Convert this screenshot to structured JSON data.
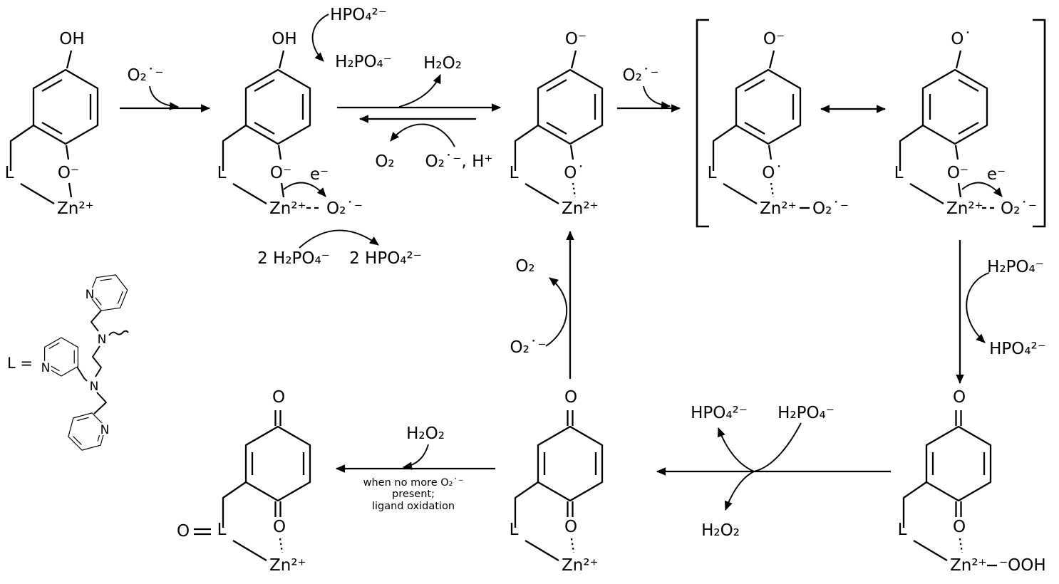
{
  "scheme": {
    "complex1": {
      "hydroxyl": "OH",
      "ligand": "L",
      "phenolate": "O⁻",
      "metal": "Zn²⁺"
    },
    "step1": {
      "reagent": "O₂˙⁻"
    },
    "complex2": {
      "hydroxyl": "OH",
      "ligand": "L",
      "phenolate": "O⁻",
      "metal": "Zn²⁺",
      "superoxide": "O₂˙⁻",
      "electron": "e⁻"
    },
    "deprotonation": {
      "base_in": "HPO₄²⁻",
      "acid_out": "H₂PO₄⁻"
    },
    "phosphate_redox": {
      "reactant": "2 H₂PO₄⁻",
      "product": "2 HPO₄²⁻"
    },
    "equilibrium": {
      "peroxide_out": "H₂O₂",
      "dioxygen_out": "O₂",
      "reagents_in": "O₂˙⁻, H⁺"
    },
    "complex3": {
      "phenolate": "O⁻",
      "ligand": "L",
      "oxyl": "O˙",
      "metal": "Zn²⁺"
    },
    "regeneration": {
      "dioxygen_out": "O₂",
      "superoxide_in": "O₂˙⁻"
    },
    "step2": {
      "reagent": "O₂˙⁻"
    },
    "resonance_left": {
      "phenolate": "O⁻",
      "ligand": "L",
      "oxyl": "O˙",
      "metal": "Zn²⁺",
      "superoxide": "O₂˙⁻"
    },
    "resonance_right": {
      "oxyl": "O˙",
      "ligand": "L",
      "phenolate": "O⁻",
      "metal": "Zn²⁺",
      "superoxide": "O₂˙⁻",
      "electron": "e⁻"
    },
    "step3": {
      "acid_in": "H₂PO₄⁻",
      "base_out": "HPO₄²⁻"
    },
    "complex4": {
      "carbonyl_top": "O",
      "ligand": "L",
      "carbonyl_bottom": "O",
      "metal": "Zn²⁺",
      "hydroperoxide": "⁻OOH"
    },
    "step4": {
      "base_out": "HPO₄²⁻",
      "acid_in": "H₂PO₄⁻",
      "peroxide_out": "H₂O₂"
    },
    "complex5": {
      "carbonyl_top": "O",
      "ligand": "L",
      "carbonyl_bottom": "O",
      "metal": "Zn²⁺"
    },
    "step5": {
      "reagent": "H₂O₂",
      "note_line1": "when no more O₂˙⁻",
      "note_line2": "present;",
      "note_line3": "ligand oxidation"
    },
    "complex6": {
      "carbonyl_top": "O",
      "ligand_oxide": "O",
      "ligand": "L",
      "carbonyl_bottom": "O",
      "metal": "Zn²⁺"
    },
    "ligand": {
      "label": "L =",
      "n_pyridine_top": "N",
      "n_amine_top": "N",
      "n_pyridine_left": "N",
      "n_amine_bottom": "N",
      "n_pyridine_bottom": "N"
    }
  }
}
